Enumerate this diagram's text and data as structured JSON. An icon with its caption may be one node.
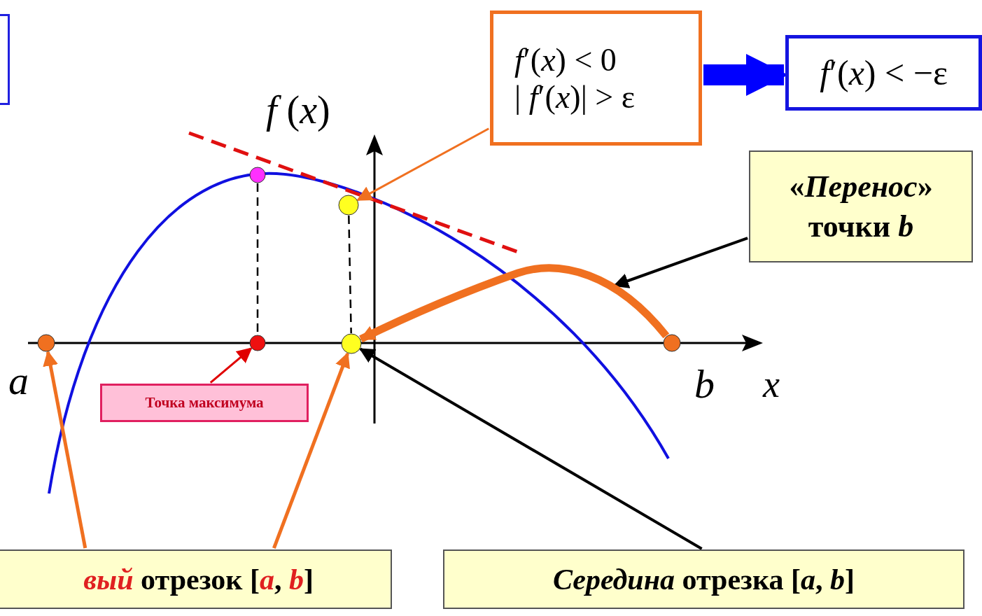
{
  "diagram": {
    "nodes": [
      {
        "text": [
          "*f*′(*x*) < 0",
          "| *f*′(*x*)| > ε"
        ]
      },
      {
        "text": [
          "*f*′(*x*) < −ε"
        ]
      },
      {
        "text": [
          "«*Перенос*» точки *b*"
        ]
      },
      {
        "text": [
          "Точка максимума"
        ]
      },
      {
        "text": [
          "*вый* отрезок [*a*, *b*]"
        ]
      },
      {
        "text": [
          "*Середина* отрезка [*a*, *b*]"
        ]
      },
      {
        "text": [],
        "shape": "box"
      },
      {
        "text": [],
        "shape": "circle"
      },
      {
        "text": [],
        "shape": "circle"
      },
      {
        "text": [],
        "shape": "circle"
      },
      {
        "text": [],
        "shape": "circle"
      },
      {
        "text": [],
        "shape": "circle"
      },
      {
        "text": [],
        "shape": "circle"
      }
    ],
    "edges": [
      {
        "from": 0,
        "to": 1,
        "arrow": "to",
        "style": "thick",
        "color": "#0000ff"
      },
      {
        "from": 0,
        "to": 10,
        "arrow": "to",
        "color": "#f07020"
      },
      {
        "from": 2,
        "to": null,
        "arrow": "to",
        "color": "#000000"
      },
      {
        "from": 3,
        "to": 9,
        "arrow": "to",
        "color": "#e00000"
      },
      {
        "from": 4,
        "to": 7,
        "arrow": "to",
        "color": "#f07020"
      },
      {
        "from": 4,
        "to": 11,
        "arrow": "to",
        "color": "#f07020"
      },
      {
        "from": 5,
        "to": 11,
        "arrow": "to",
        "color": "#000000"
      },
      {
        "from": 12,
        "to": 11,
        "arrow": "to",
        "style": "thick",
        "color": "#f07020"
      },
      {
        "from": 8,
        "to": 9,
        "arrow": "none",
        "style": "dashed",
        "color": "#000000"
      },
      {
        "from": 10,
        "to": 11,
        "arrow": "none",
        "style": "dashed",
        "color": "#000000"
      }
    ],
    "labels": [
      "*f* (*x*)",
      "a",
      "b",
      "x"
    ]
  }
}
